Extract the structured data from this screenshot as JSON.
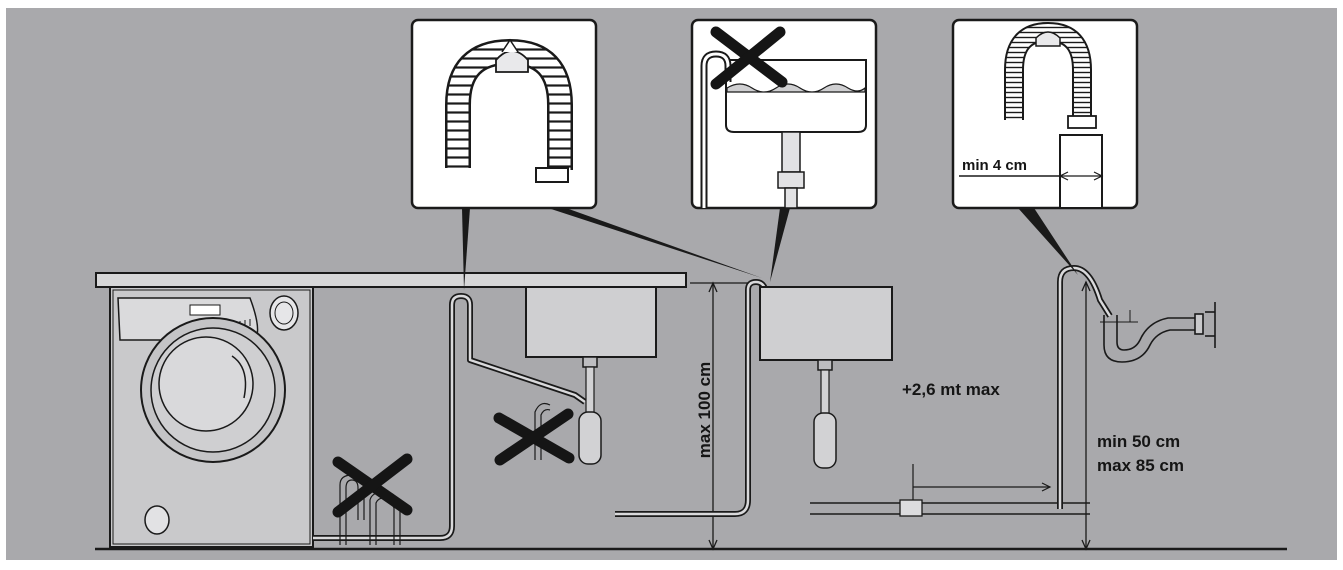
{
  "colors": {
    "background": "#a9a9ac",
    "line": "#1a1a1a",
    "panel": "#ffffff",
    "cross": "#151515"
  },
  "labels": {
    "max_height": "max 100 cm",
    "extension": "+2,6 mt max",
    "min_gap": "min 4 cm",
    "min_height": "min 50 cm",
    "max_height_right": "max 85 cm"
  },
  "icons": {
    "cross_marks": [
      "cross-icon",
      "cross-icon",
      "cross-icon"
    ],
    "hose_hook": "hose-hook-icon"
  }
}
